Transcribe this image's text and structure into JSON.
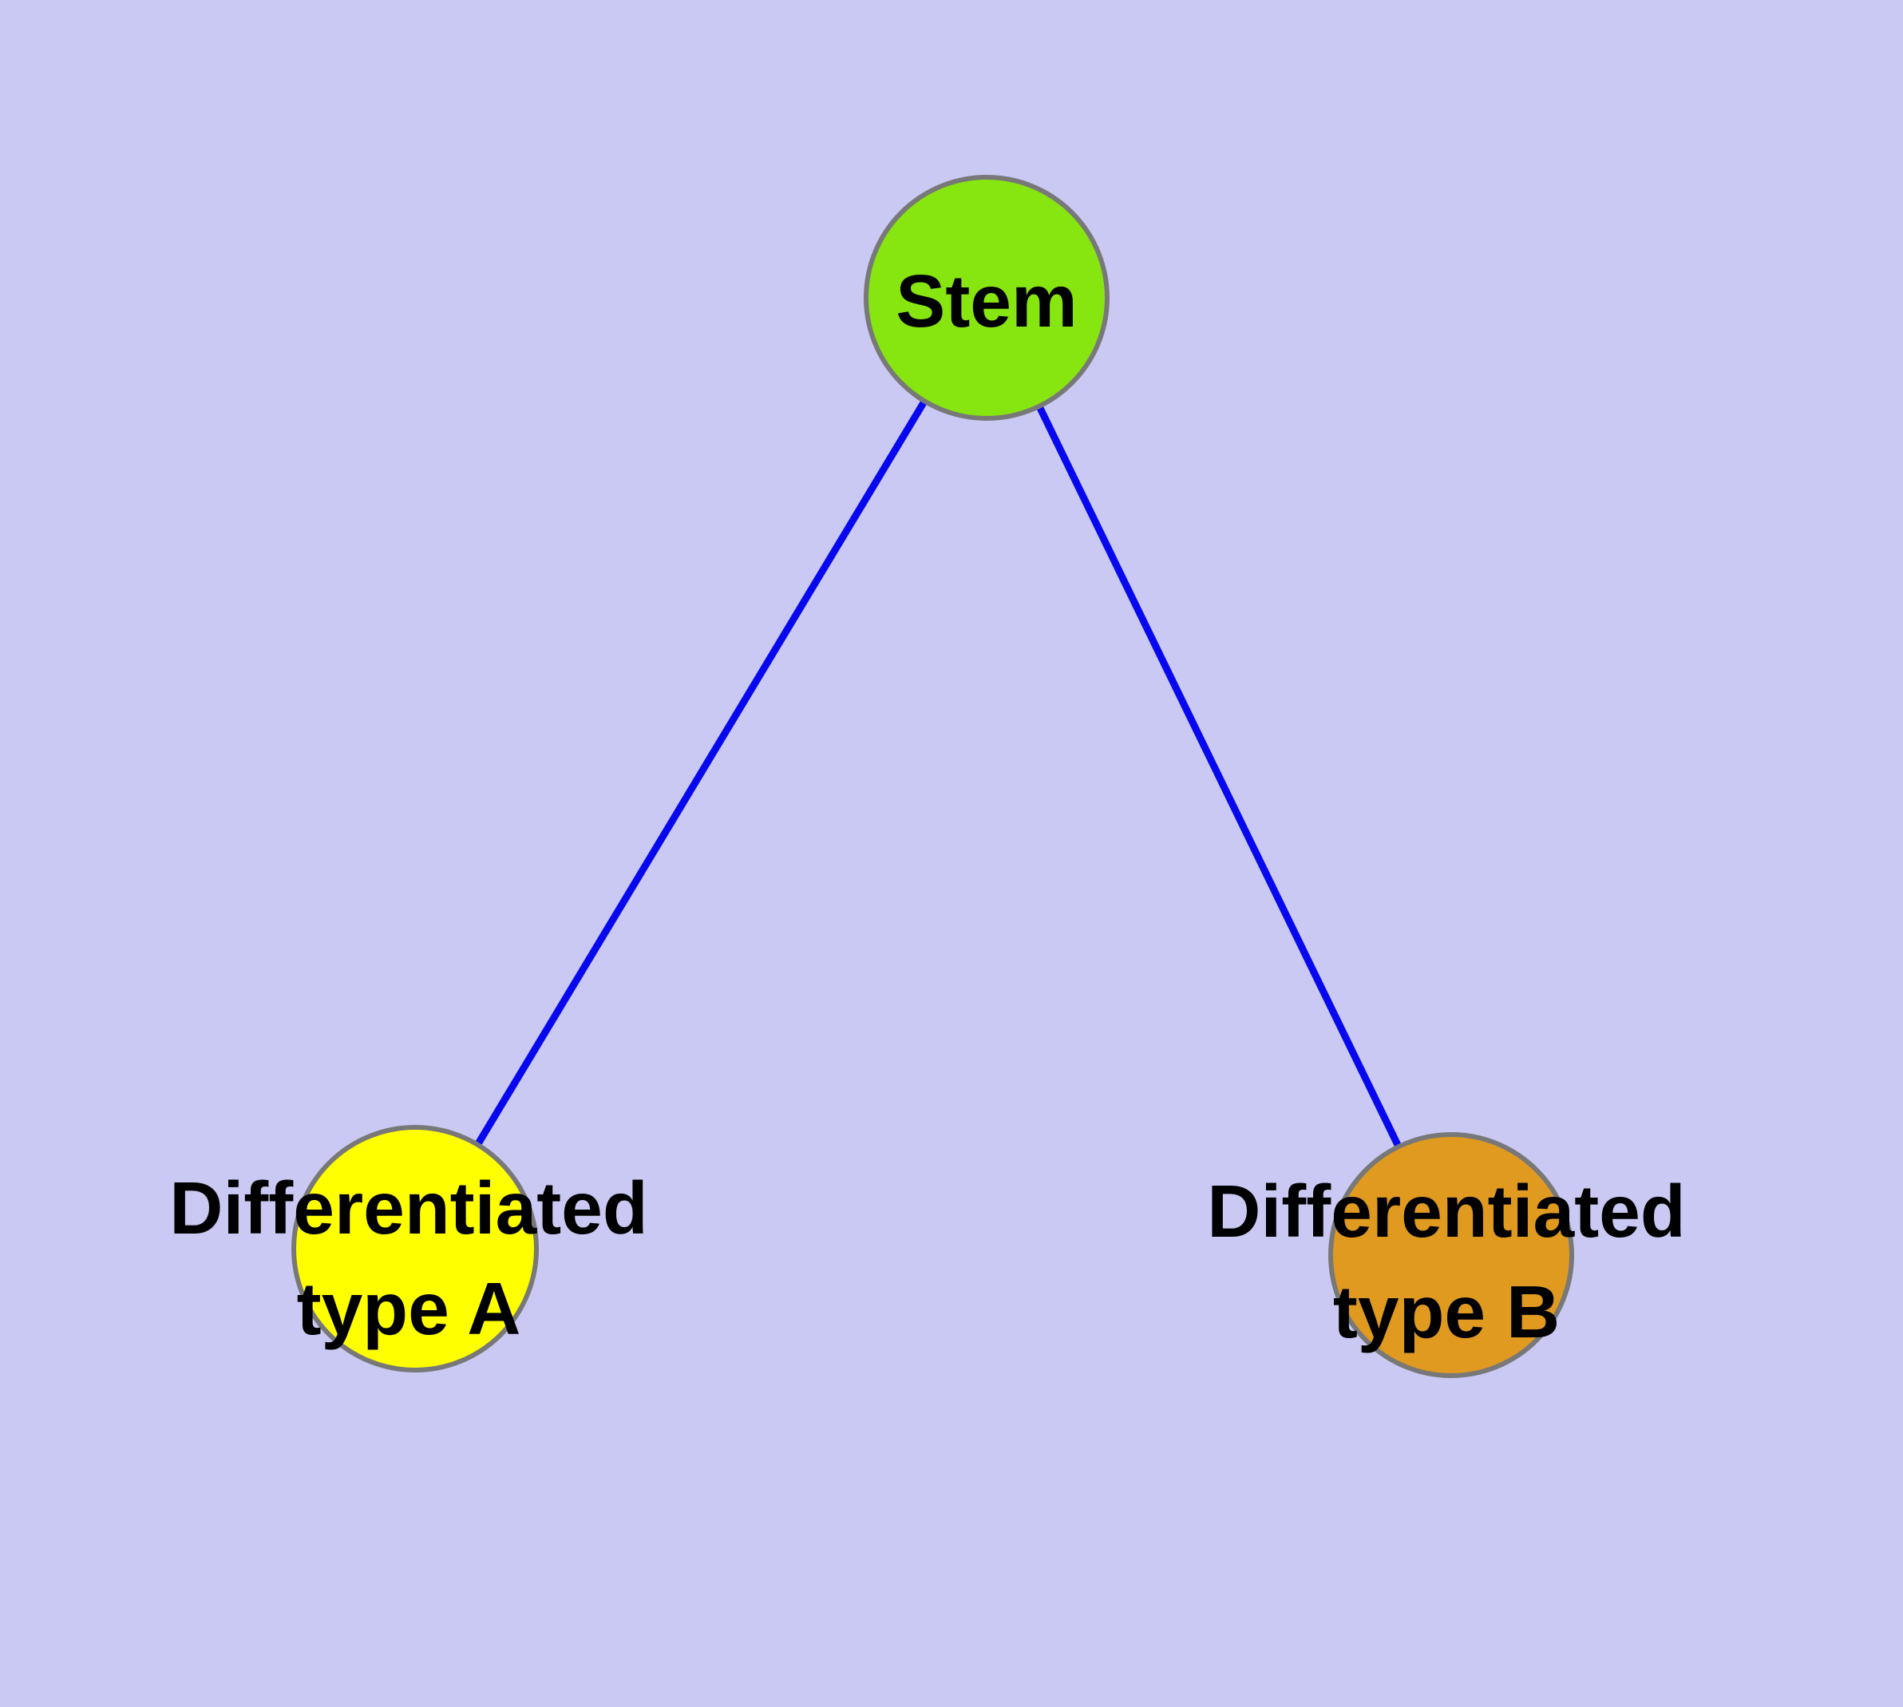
{
  "diagram": {
    "type": "node-link-graph",
    "colors": {
      "background": "#C9C9F3",
      "edge": "#0808EE",
      "node_border": "#787878",
      "label_text": "#000000"
    },
    "nodes": {
      "stem": {
        "label": "Stem",
        "fill": "#87E510",
        "shape": "circle"
      },
      "type_a": {
        "label_line1": "Differentiated",
        "label_line2": "type A",
        "fill": "#FFFF00",
        "shape": "circle"
      },
      "type_b": {
        "label_line1": "Differentiated",
        "label_line2": "type B",
        "fill": "#E09A20",
        "shape": "circle"
      }
    },
    "edges": [
      {
        "from": "Stem",
        "to": "Differentiated type A"
      },
      {
        "from": "Stem",
        "to": "Differentiated type B"
      }
    ]
  }
}
